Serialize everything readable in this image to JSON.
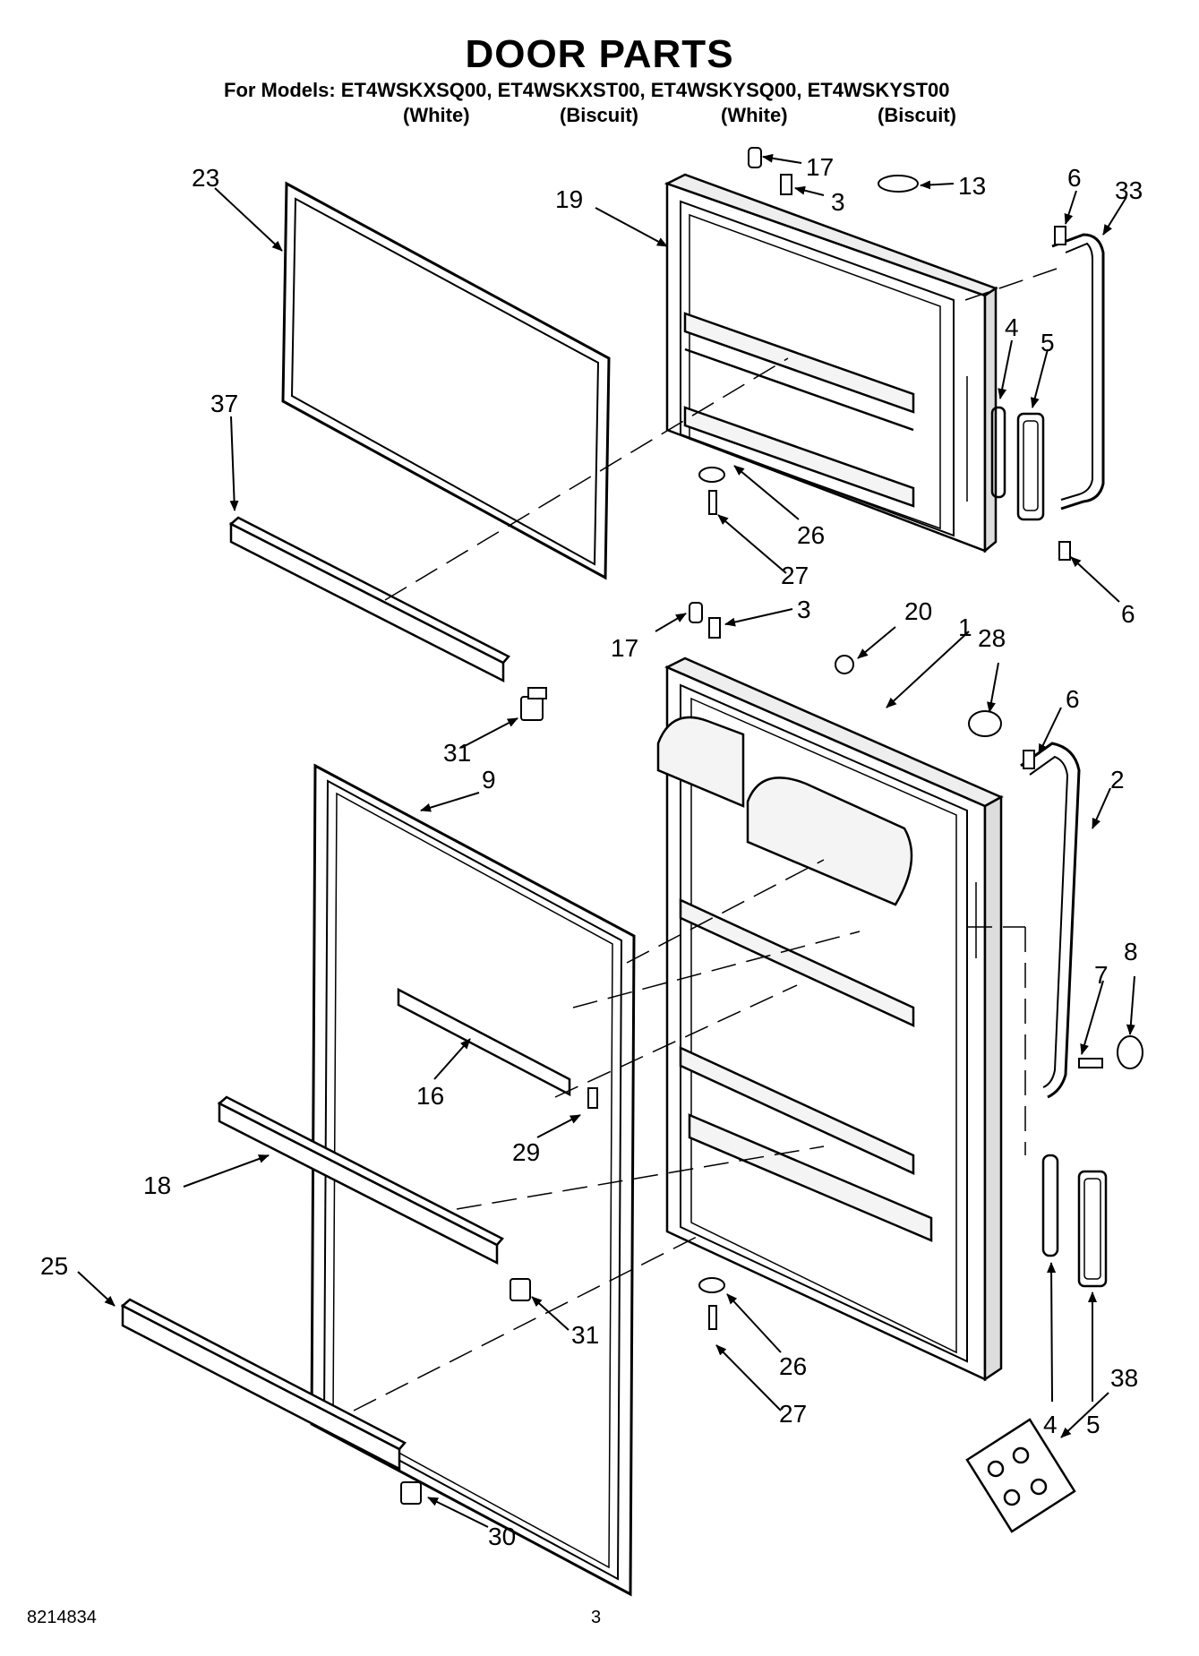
{
  "header": {
    "title": "DOOR PARTS",
    "models_line": "For Models: ET4WSKXSQ00, ET4WSKXST00, ET4WSKYSQ00, ET4WSKYST00",
    "colors": [
      "(White)",
      "(Biscuit)",
      "(White)",
      "(Biscuit)"
    ]
  },
  "footer": {
    "doc_number": "8214834",
    "page_number": "3"
  },
  "callouts": [
    "23",
    "19",
    "17",
    "3",
    "13",
    "6",
    "33",
    "4",
    "5",
    "37",
    "26",
    "27",
    "6",
    "17",
    "3",
    "20",
    "1",
    "28",
    "6",
    "31",
    "9",
    "2",
    "8",
    "7",
    "16",
    "29",
    "18",
    "4",
    "5",
    "25",
    "31",
    "26",
    "27",
    "38",
    "30"
  ]
}
